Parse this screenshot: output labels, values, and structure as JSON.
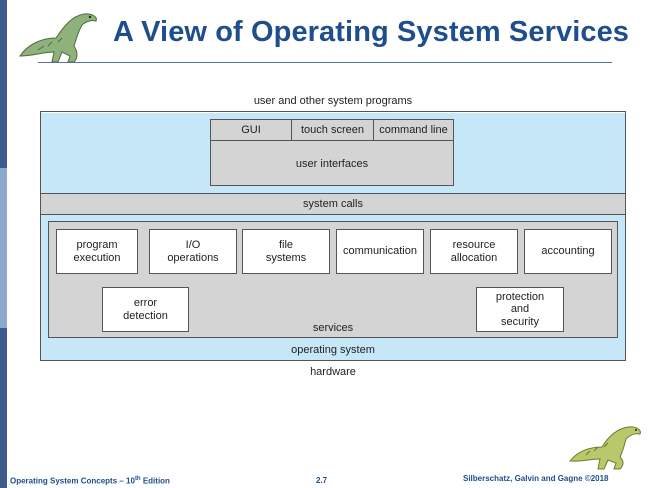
{
  "slide": {
    "title": "A View of Operating System Services"
  },
  "diagram": {
    "top_layer": "user and other system programs",
    "user_interfaces": {
      "options": [
        "GUI",
        "touch screen",
        "command line"
      ],
      "label": "user interfaces"
    },
    "system_calls": "system calls",
    "services": {
      "row1": [
        "program\nexecution",
        "I/O\noperations",
        "file\nsystems",
        "communication",
        "resource\nallocation",
        "accounting"
      ],
      "row2": [
        "error\ndetection",
        "protection\nand\nsecurity"
      ],
      "label": "services"
    },
    "operating_system": "operating system",
    "hardware": "hardware"
  },
  "footer": {
    "left_prefix": "Operating System Concepts – 10",
    "left_sup": "th",
    "left_suffix": " Edition",
    "page": "2.7",
    "right": "Silberschatz, Galvin and Gagne ©2018"
  },
  "colors": {
    "title": "#1f4e8c",
    "sidebar": "#3d5a8a",
    "layer_blue": "#c5e7f7",
    "layer_gray": "#d4d4d4"
  },
  "icons": [
    "dinosaur-logo-icon",
    "dinosaur-footer-icon"
  ]
}
